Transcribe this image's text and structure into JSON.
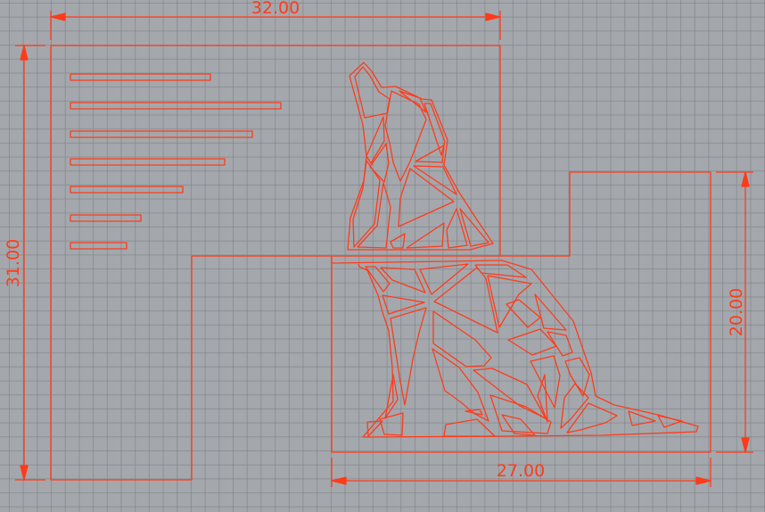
{
  "viewport": {
    "grid_color": "#7d8288",
    "background_color": "#a4a8ad",
    "stroke_color": "#ff3b1a"
  },
  "dimensions": {
    "top_width": "32.00",
    "left_height": "31.00",
    "right_height": "20.00",
    "bottom_width": "27.00"
  }
}
